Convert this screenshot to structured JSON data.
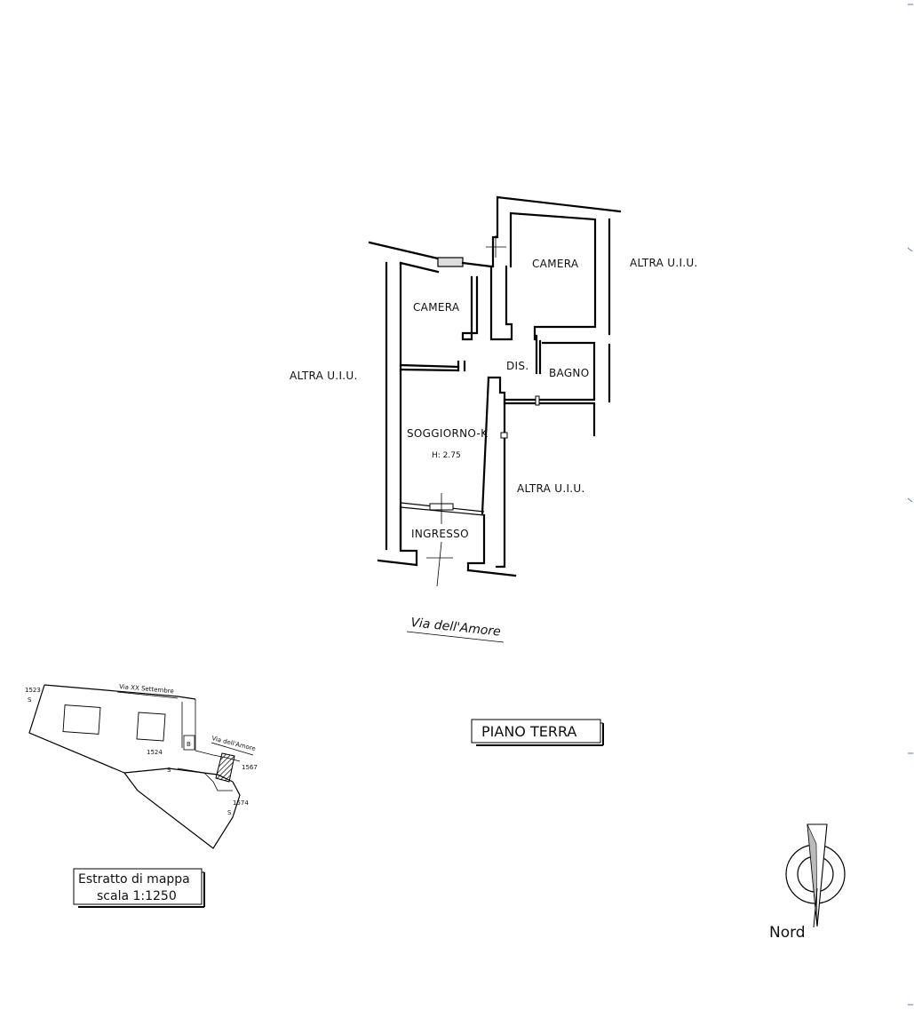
{
  "floor_plan": {
    "rooms": {
      "camera_1": "CAMERA",
      "camera_2": "CAMERA",
      "dis": "DIS.",
      "bagno": "BAGNO",
      "soggiorno": "SOGGIORNO-K",
      "height": "H: 2.75",
      "ingresso": "INGRESSO"
    },
    "neighbors": {
      "left": "ALTRA U.I.U.",
      "right_top": "ALTRA U.I.U.",
      "right_bottom": "ALTRA U.I.U."
    },
    "street": "Via dell'Amore"
  },
  "level_label": "PIANO TERRA",
  "map_extract": {
    "street_top": "Via XX Settembre",
    "street_right": "Via dell'Amore",
    "parcels": {
      "p1523": "1523",
      "p1524": "1524",
      "p1567": "1567",
      "p1574": "1574"
    },
    "letter_b": "B",
    "letter_s1": "S",
    "letter_s2": "S",
    "letter_s3": "S",
    "caption_line1": "Estratto di mappa",
    "caption_line2": "scala 1:1250"
  },
  "compass": {
    "label": "Nord"
  }
}
